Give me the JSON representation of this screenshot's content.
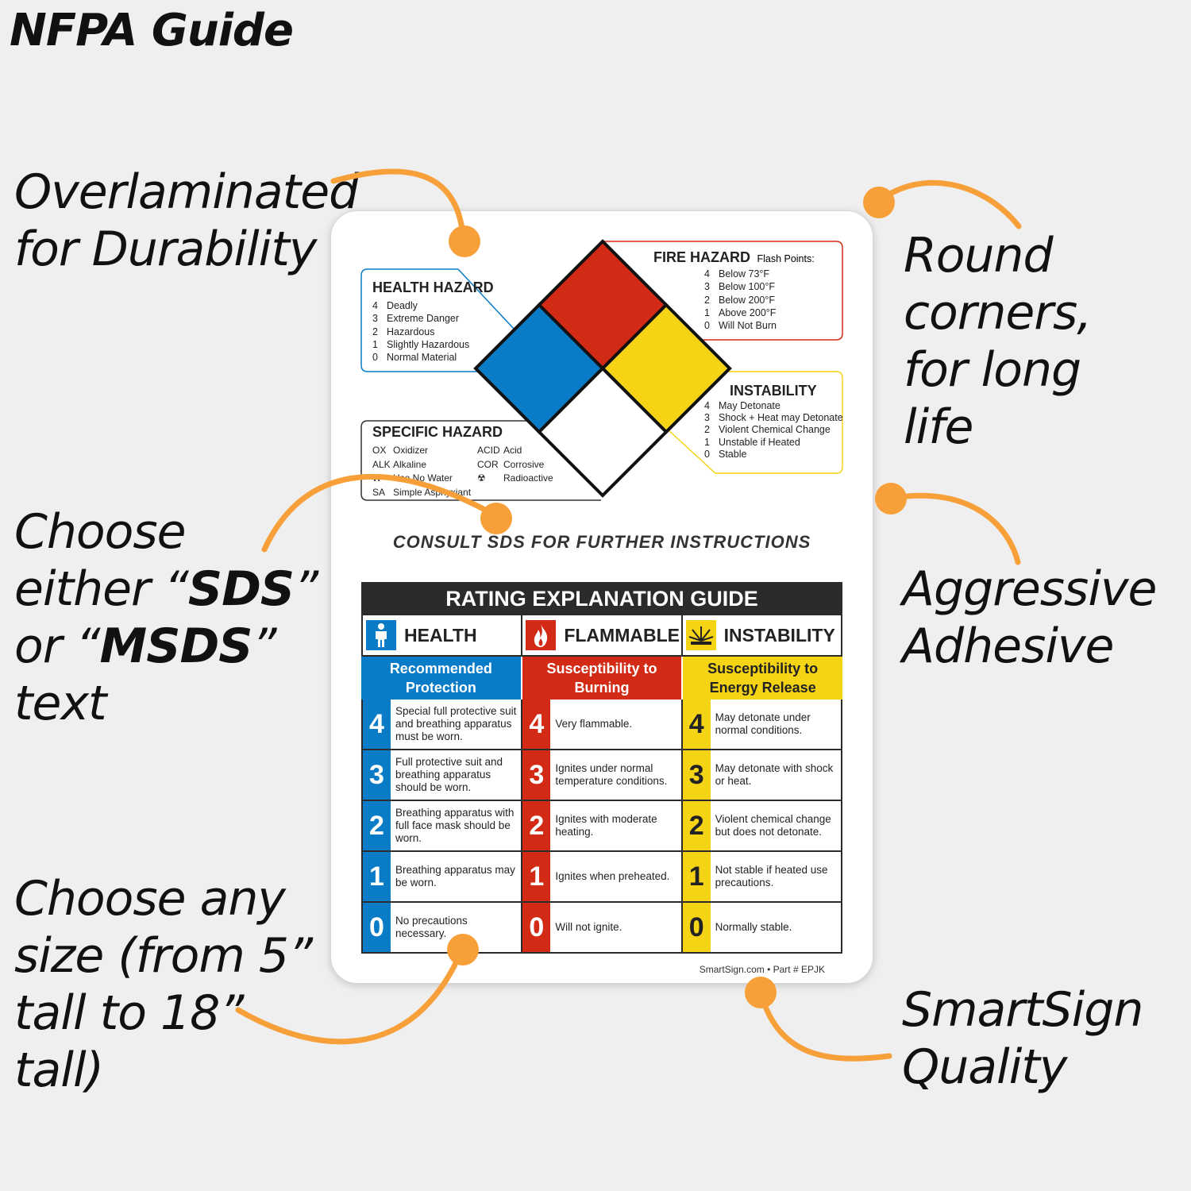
{
  "page_title": "NFPA Guide",
  "callouts": {
    "overlaminated": [
      "Overlaminated",
      "for Durability"
    ],
    "round_corners": [
      "Round",
      "corners,",
      "for long",
      "life"
    ],
    "sds": {
      "line1": "Choose",
      "line2_a": "either “",
      "line2_b": "SDS",
      "line2_c": "”",
      "line3_a": "or “",
      "line3_b": "MSDS",
      "line3_c": "”",
      "line4": "text"
    },
    "adhesive": [
      "Aggressive",
      "Adhesive"
    ],
    "size": [
      "Choose any",
      "size (from 5”",
      "tall to 18”",
      "tall)"
    ],
    "quality": [
      "SmartSign",
      "Quality"
    ]
  },
  "colors": {
    "accent_orange": "#f7a03a",
    "health_blue": "#0a7cc7",
    "fire_red": "#d32a16",
    "instability_yellow": "#f5d416",
    "dark": "#2b2b2b"
  },
  "sign": {
    "health": {
      "title": "HEALTH HAZARD",
      "items": [
        {
          "n": "4",
          "t": "Deadly"
        },
        {
          "n": "3",
          "t": "Extreme Danger"
        },
        {
          "n": "2",
          "t": "Hazardous"
        },
        {
          "n": "1",
          "t": "Slightly Hazardous"
        },
        {
          "n": "0",
          "t": "Normal Material"
        }
      ]
    },
    "fire": {
      "title": "FIRE HAZARD",
      "subtitle": "Flash Points:",
      "items": [
        {
          "n": "4",
          "t": "Below 73°F"
        },
        {
          "n": "3",
          "t": "Below 100°F"
        },
        {
          "n": "2",
          "t": "Below 200°F"
        },
        {
          "n": "1",
          "t": "Above 200°F"
        },
        {
          "n": "0",
          "t": "Will Not Burn"
        }
      ]
    },
    "instability": {
      "title": "INSTABILITY",
      "items": [
        {
          "n": "4",
          "t": "May Detonate"
        },
        {
          "n": "3",
          "t": "Shock + Heat may Detonate"
        },
        {
          "n": "2",
          "t": "Violent Chemical Change"
        },
        {
          "n": "1",
          "t": "Unstable if Heated"
        },
        {
          "n": "0",
          "t": "Stable"
        }
      ]
    },
    "specific": {
      "title": "SPECIFIC HAZARD",
      "left": [
        {
          "code": "OX",
          "t": "Oxidizer"
        },
        {
          "code": "ALK",
          "t": "Alkaline"
        },
        {
          "code": "W",
          "t": "Use No Water"
        },
        {
          "code": "SA",
          "t": "Simple Asphyxiant"
        }
      ],
      "right": [
        {
          "code": "ACID",
          "t": "Acid"
        },
        {
          "code": "COR",
          "t": "Corrosive"
        },
        {
          "code": "☢",
          "t": "Radioactive"
        }
      ]
    },
    "consult": "CONSULT SDS FOR FURTHER INSTRUCTIONS",
    "guide": {
      "title": "RATING EXPLANATION GUIDE",
      "columns": [
        {
          "label": "HEALTH",
          "icon": "person-icon",
          "sub": [
            "Recommended",
            "Protection"
          ],
          "color": "#0a7cc7",
          "rows": [
            {
              "n": "4",
              "t": "Special full protective suit and breathing apparatus must be worn."
            },
            {
              "n": "3",
              "t": "Full protective suit and breathing apparatus should be worn."
            },
            {
              "n": "2",
              "t": "Breathing apparatus with full face mask should be worn."
            },
            {
              "n": "1",
              "t": "Breathing apparatus may be worn."
            },
            {
              "n": "0",
              "t": "No precautions necessary."
            }
          ]
        },
        {
          "label": "FLAMMABLE",
          "icon": "flame-icon",
          "sub": [
            "Susceptibility to",
            "Burning"
          ],
          "color": "#d32a16",
          "rows": [
            {
              "n": "4",
              "t": "Very flammable."
            },
            {
              "n": "3",
              "t": "Ignites under normal temperature conditions."
            },
            {
              "n": "2",
              "t": "Ignites with moderate heating."
            },
            {
              "n": "1",
              "t": "Ignites when preheated."
            },
            {
              "n": "0",
              "t": "Will not ignite."
            }
          ]
        },
        {
          "label": "INSTABILITY",
          "icon": "explosion-icon",
          "sub": [
            "Susceptibility to",
            "Energy Release"
          ],
          "color": "#f5d416",
          "rows": [
            {
              "n": "4",
              "t": "May detonate under normal conditions."
            },
            {
              "n": "3",
              "t": "May detonate with shock or heat."
            },
            {
              "n": "2",
              "t": "Violent chemical change but does not detonate."
            },
            {
              "n": "1",
              "t": "Not stable if heated use precautions."
            },
            {
              "n": "0",
              "t": "Normally stable."
            }
          ]
        }
      ]
    },
    "footer": "SmartSign.com • Part # EPJK"
  }
}
